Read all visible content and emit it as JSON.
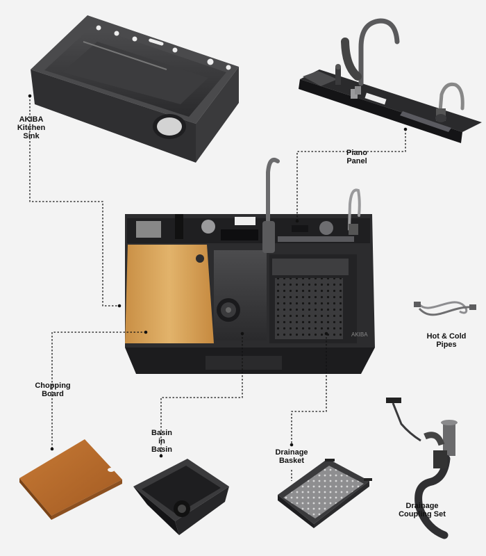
{
  "labels": {
    "kitchen_sink": [
      "AKIBA",
      "Kitchen",
      "Sink"
    ],
    "piano_panel": [
      "Piano",
      "Panel"
    ],
    "hot_cold_pipes": [
      "Hot & Cold",
      "Pipes"
    ],
    "chopping_board": [
      "Chopping",
      "Board"
    ],
    "basin_in_basin": [
      "Basin",
      "in",
      "Basin"
    ],
    "drainage_basket": [
      "Drainage",
      "Basket"
    ],
    "drainage_coupling_set": [
      "Drainage",
      "Coupling Set"
    ]
  },
  "brand_mark": "AKIBA",
  "colors": {
    "background": "#f3f3f3",
    "steel_dark": "#3a3a3c",
    "steel_mid": "#5c5c5e",
    "bamboo": "#d9a55a",
    "text": "#111111"
  }
}
